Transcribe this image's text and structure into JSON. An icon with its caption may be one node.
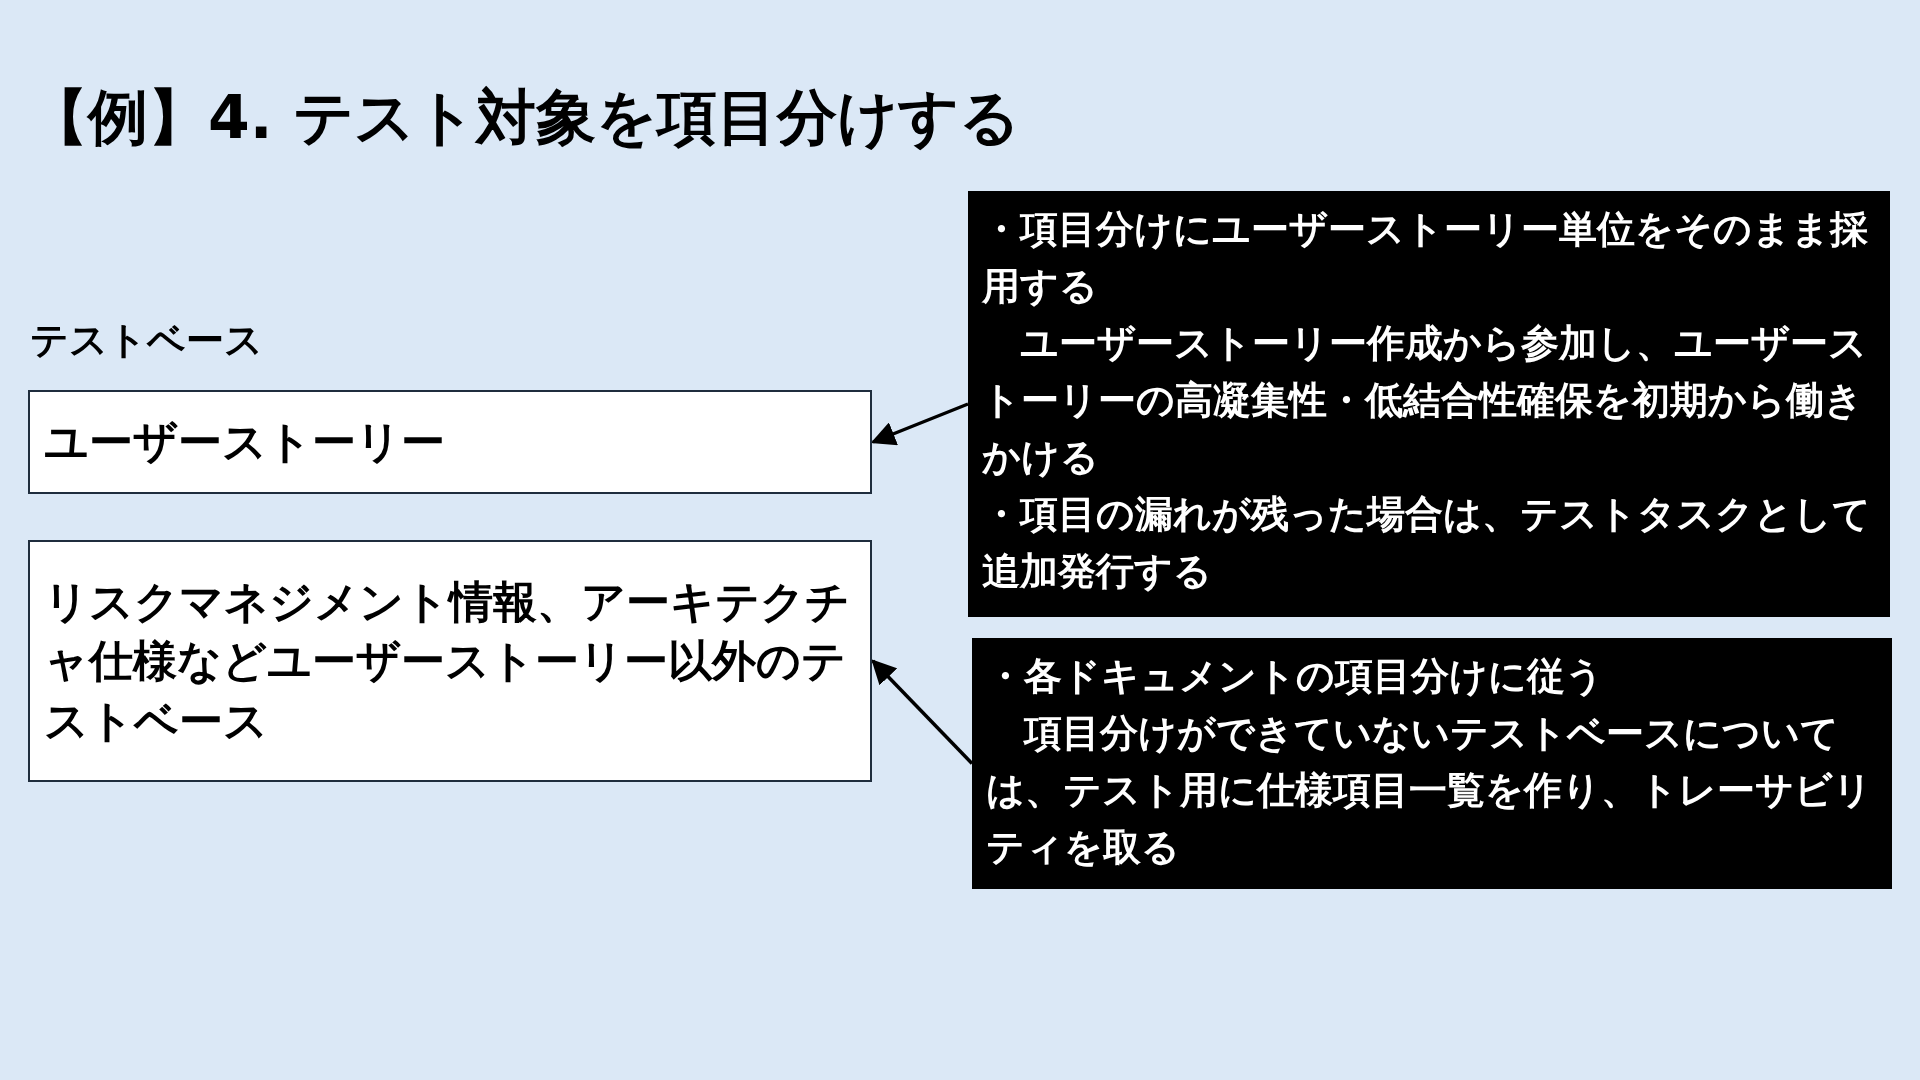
{
  "diagram": {
    "title": "【例】4. テスト対象を項目分けする",
    "nodes": [
      {
        "text": [
          "ユーザーストーリー"
        ]
      },
      {
        "text": [
          "リスクマネジメント情報、アーキテクチャ仕様などユーザーストーリー以外のテストベース"
        ]
      },
      {
        "text": [
          "・項目分けにユーザーストーリー単位をそのまま採用する",
          "　ユーザーストーリー作成から参加し、ユーザーストーリーの高凝集性・低結合性確保を初期から働きかける",
          "・項目の漏れが残った場合は、テストタスクとして追加発行する"
        ]
      },
      {
        "text": [
          "・各ドキュメントの項目分けに従う",
          "　項目分けができていないテストベースについては、テスト用に仕様項目一覧を作り、トレーサビリティを取る"
        ]
      }
    ],
    "edges": [
      {
        "from": 2,
        "to": 0,
        "arrow": "to"
      },
      {
        "from": 3,
        "to": 1,
        "arrow": "to"
      }
    ],
    "labels": [
      "テストベース"
    ]
  }
}
